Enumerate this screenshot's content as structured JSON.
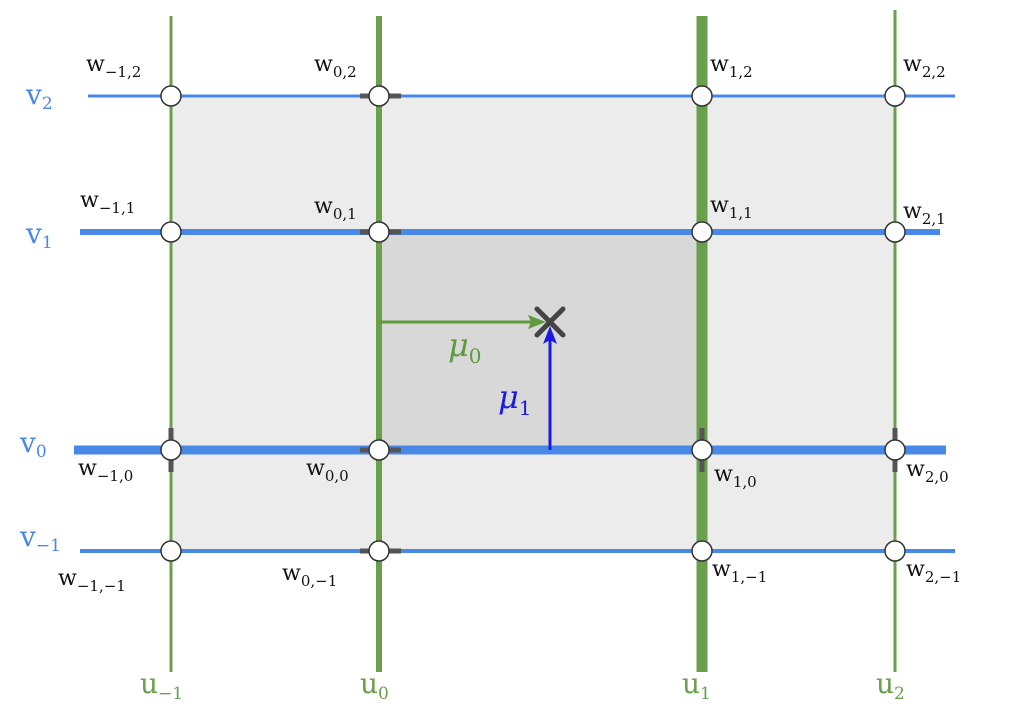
{
  "colors": {
    "u_lines": "#6a9f4c",
    "v_lines": "#4a88e8",
    "outer_fill": "#ececec",
    "inner_fill": "#d8d8d8",
    "node_stroke": "#333333",
    "tick": "#555555",
    "mu0_arrow": "#5e9a3e",
    "mu1_arrow": "#1a1ae0",
    "cross": "#444444"
  },
  "u_labels": [
    {
      "base": "u",
      "sub": "−1"
    },
    {
      "base": "u",
      "sub": "0"
    },
    {
      "base": "u",
      "sub": "1"
    },
    {
      "base": "u",
      "sub": "2"
    }
  ],
  "v_labels": [
    {
      "base": "v",
      "sub": "2"
    },
    {
      "base": "v",
      "sub": "1"
    },
    {
      "base": "v",
      "sub": "0"
    },
    {
      "base": "v",
      "sub": "−1"
    }
  ],
  "w_labels": [
    {
      "base": "w",
      "sub": "−1,2"
    },
    {
      "base": "w",
      "sub": "0,2"
    },
    {
      "base": "w",
      "sub": "1,2"
    },
    {
      "base": "w",
      "sub": "2,2"
    },
    {
      "base": "w",
      "sub": "−1,1"
    },
    {
      "base": "w",
      "sub": "0,1"
    },
    {
      "base": "w",
      "sub": "1,1"
    },
    {
      "base": "w",
      "sub": "2,1"
    },
    {
      "base": "w",
      "sub": "−1,0"
    },
    {
      "base": "w",
      "sub": "0,0"
    },
    {
      "base": "w",
      "sub": "1,0"
    },
    {
      "base": "w",
      "sub": "2,0"
    },
    {
      "base": "w",
      "sub": "−1,−1"
    },
    {
      "base": "w",
      "sub": "0,−1"
    },
    {
      "base": "w",
      "sub": "1,−1"
    },
    {
      "base": "w",
      "sub": "2,−1"
    }
  ],
  "mu_labels": [
    {
      "base": "μ",
      "sub": "0"
    },
    {
      "base": "μ",
      "sub": "1"
    }
  ]
}
